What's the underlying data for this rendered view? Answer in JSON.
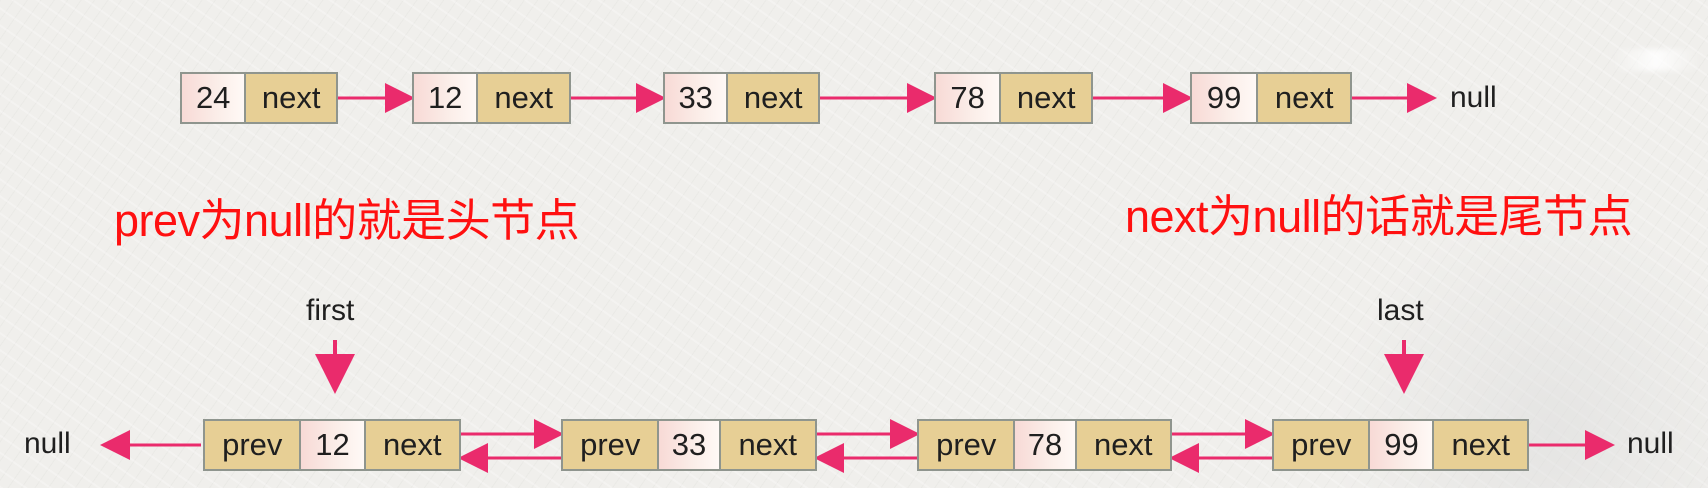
{
  "diagram": {
    "singly_linked_list": {
      "nodes": [
        {
          "value": "24",
          "next_label": "next"
        },
        {
          "value": "12",
          "next_label": "next"
        },
        {
          "value": "33",
          "next_label": "next"
        },
        {
          "value": "78",
          "next_label": "next"
        },
        {
          "value": "99",
          "next_label": "next"
        }
      ],
      "tail_null": "null"
    },
    "captions": {
      "left": "prev为null的就是头节点",
      "right": "next为null的话就是尾节点"
    },
    "doubly_linked_list": {
      "markers": {
        "first": "first",
        "last": "last"
      },
      "head_null": "null",
      "nodes": [
        {
          "prev_label": "prev",
          "value": "12",
          "next_label": "next"
        },
        {
          "prev_label": "prev",
          "value": "33",
          "next_label": "next"
        },
        {
          "prev_label": "prev",
          "value": "78",
          "next_label": "next"
        },
        {
          "prev_label": "prev",
          "value": "99",
          "next_label": "next"
        }
      ],
      "tail_null": "null"
    }
  },
  "colors": {
    "arrow": "#ea2b6c",
    "caption": "#ff1010",
    "node_fill": "#e7cf95",
    "value_fill": "#f8dad6",
    "border": "#8f958e"
  }
}
